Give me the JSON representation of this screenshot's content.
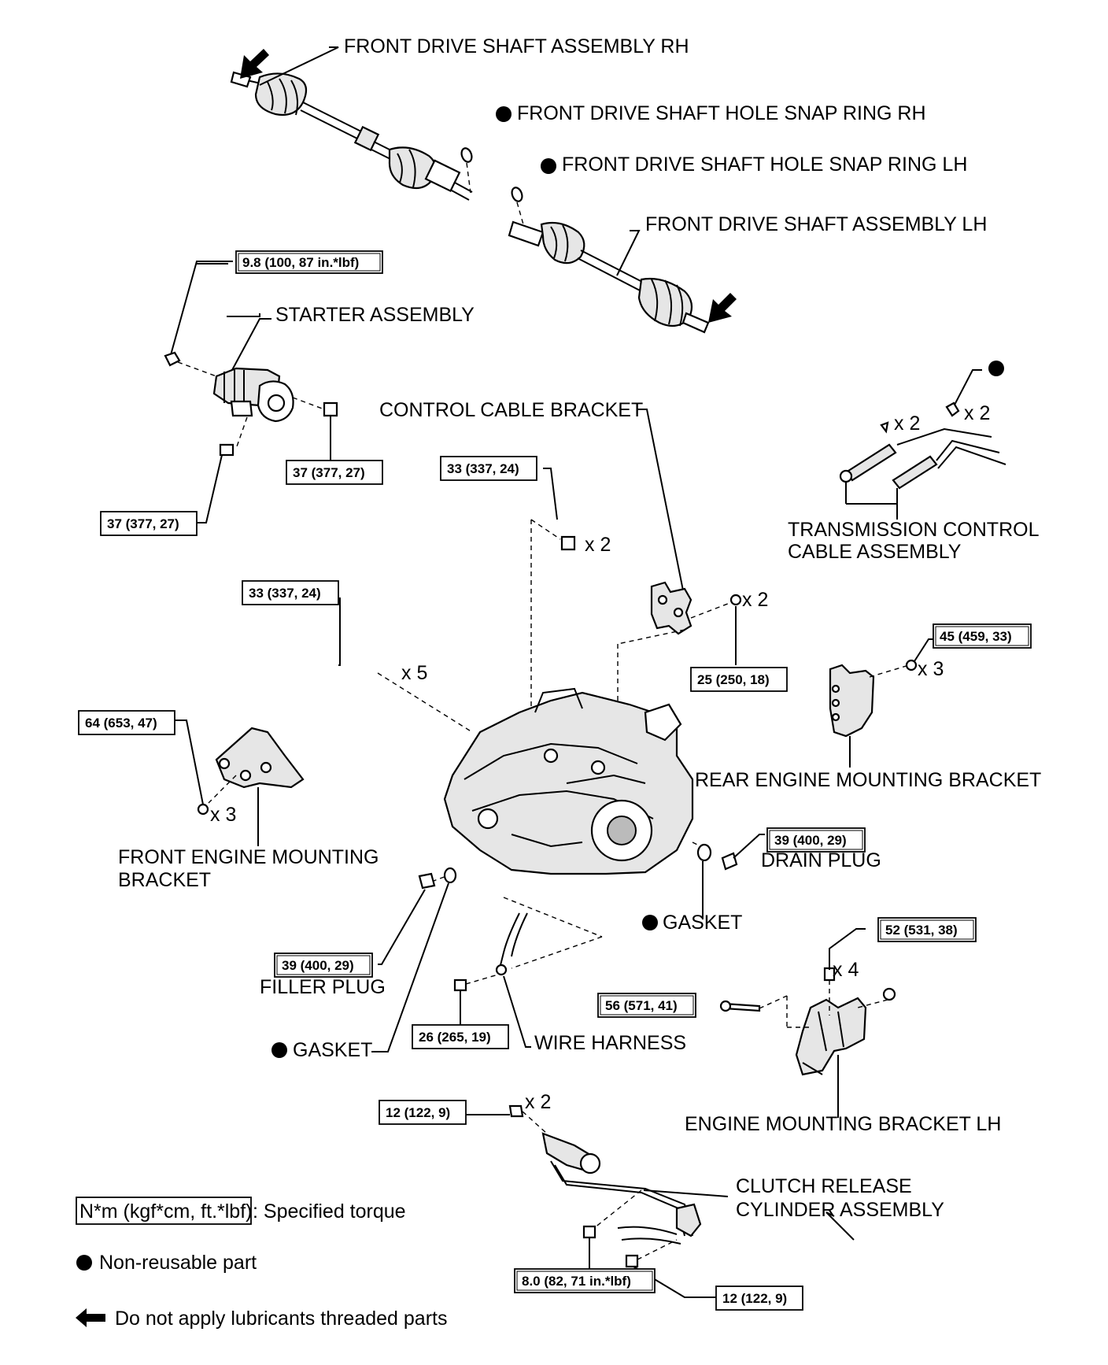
{
  "labels": {
    "fds_rh": "FRONT DRIVE SHAFT ASSEMBLY RH",
    "snap_rh": "FRONT DRIVE SHAFT HOLE SNAP RING RH",
    "snap_lh": "FRONT DRIVE SHAFT HOLE SNAP RING LH",
    "fds_lh": "FRONT DRIVE SHAFT ASSEMBLY LH",
    "starter": "STARTER ASSEMBLY",
    "ccb": "CONTROL CABLE BRACKET",
    "tcca_1": "TRANSMISSION CONTROL",
    "tcca_2": "CABLE ASSEMBLY",
    "rear_emb": "REAR ENGINE MOUNTING BRACKET",
    "front_emb_1": "FRONT ENGINE MOUNTING",
    "front_emb_2": "BRACKET",
    "drain": "DRAIN PLUG",
    "gasket_r": "GASKET",
    "filler": "FILLER PLUG",
    "gasket_l": "GASKET",
    "wire": "WIRE HARNESS",
    "emb_lh": "ENGINE MOUNTING BRACKET LH",
    "crc_1": "CLUTCH RELEASE",
    "crc_2": "CYLINDER ASSEMBLY"
  },
  "qty": {
    "ring_x2": "x 2",
    "clip_x2": "x 2",
    "ccb_bolt_x2": "x 2",
    "bolt_x2": "x 2",
    "bolt_x5": "x 5",
    "rear_x3": "x 3",
    "front_x3": "x 3",
    "lh_x4": "x 4",
    "crc_x2": "x 2"
  },
  "torques": {
    "t_starter_nut": "9.8 (100, 87 in.*lbf)",
    "t_starter_b1": "37 (377, 27)",
    "t_starter_b2": "37 (377, 27)",
    "t_ccb_top": "33 (337, 24)",
    "t_trans_x5": "33 (337, 24)",
    "t_ccb": "25 (250, 18)",
    "t_rear": "45 (459, 33)",
    "t_front": "64 (653, 47)",
    "t_drain": "39 (400, 29)",
    "t_filler": "39 (400, 29)",
    "t_wire": "26 (265, 19)",
    "t_lh_top": "52 (531, 38)",
    "t_lh_side": "56 (571, 41)",
    "t_crc_top": "12 (122, 9)",
    "t_crc_low": "8.0 (82, 71 in.*lbf)",
    "t_crc_right": "12 (122, 9)"
  },
  "legend": {
    "torque_box": "N*m (kgf*cm, ft.*lbf)",
    "torque_text": ": Specified torque",
    "nonreusable": "Non-reusable part",
    "lubricant": "Do not apply lubricants threaded parts"
  }
}
